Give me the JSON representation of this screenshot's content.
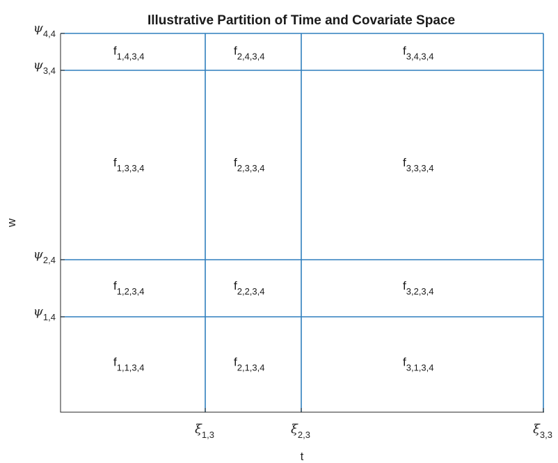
{
  "chart_data": {
    "type": "partition-diagram",
    "title": "Illustrative Partition of Time and Covariate Space",
    "xlabel": "t",
    "ylabel": "w",
    "x_ticks": [
      {
        "symbol": "ξ",
        "sub": "1,3"
      },
      {
        "symbol": "ξ",
        "sub": "2,3"
      },
      {
        "symbol": "ξ",
        "sub": "3,3"
      }
    ],
    "y_ticks": [
      {
        "symbol": "ψ",
        "sub": "1,4"
      },
      {
        "symbol": "ψ",
        "sub": "2,4"
      },
      {
        "symbol": "ψ",
        "sub": "3,4"
      },
      {
        "symbol": "ψ",
        "sub": "4,4"
      }
    ],
    "cells": [
      {
        "col": 1,
        "row": 1,
        "symbol": "f",
        "sub": "1,1,3,4"
      },
      {
        "col": 2,
        "row": 1,
        "symbol": "f",
        "sub": "2,1,3,4"
      },
      {
        "col": 3,
        "row": 1,
        "symbol": "f",
        "sub": "3,1,3,4"
      },
      {
        "col": 1,
        "row": 2,
        "symbol": "f",
        "sub": "1,2,3,4"
      },
      {
        "col": 2,
        "row": 2,
        "symbol": "f",
        "sub": "2,2,3,4"
      },
      {
        "col": 3,
        "row": 2,
        "symbol": "f",
        "sub": "3,2,3,4"
      },
      {
        "col": 1,
        "row": 3,
        "symbol": "f",
        "sub": "1,3,3,4"
      },
      {
        "col": 2,
        "row": 3,
        "symbol": "f",
        "sub": "2,3,3,4"
      },
      {
        "col": 3,
        "row": 3,
        "symbol": "f",
        "sub": "3,3,3,4"
      },
      {
        "col": 1,
        "row": 4,
        "symbol": "f",
        "sub": "1,4,3,4"
      },
      {
        "col": 2,
        "row": 4,
        "symbol": "f",
        "sub": "2,4,3,4"
      },
      {
        "col": 3,
        "row": 4,
        "symbol": "f",
        "sub": "3,4,3,4"
      }
    ],
    "colors": {
      "partition": "#2f7ebd",
      "axis": "#262626"
    }
  }
}
